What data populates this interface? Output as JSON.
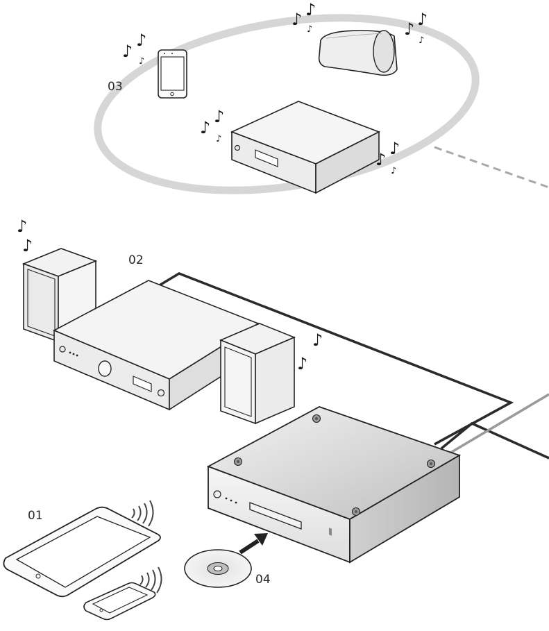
{
  "labels": {
    "tablet_group": "01",
    "stereo_system": "02",
    "wireless_speakers": "03",
    "disc": "04"
  },
  "icons": {
    "music_note": "♪",
    "wifi": "wifi-waves-icon",
    "arrow": "insert-arrow-icon"
  },
  "colors": {
    "outline": "#222222",
    "cable_dark": "#2b2b2b",
    "cable_light": "#9a9a9a",
    "network_ring": "#d4d4d4",
    "device_top": "#d9d9d9",
    "device_front": "#eeeeee"
  }
}
